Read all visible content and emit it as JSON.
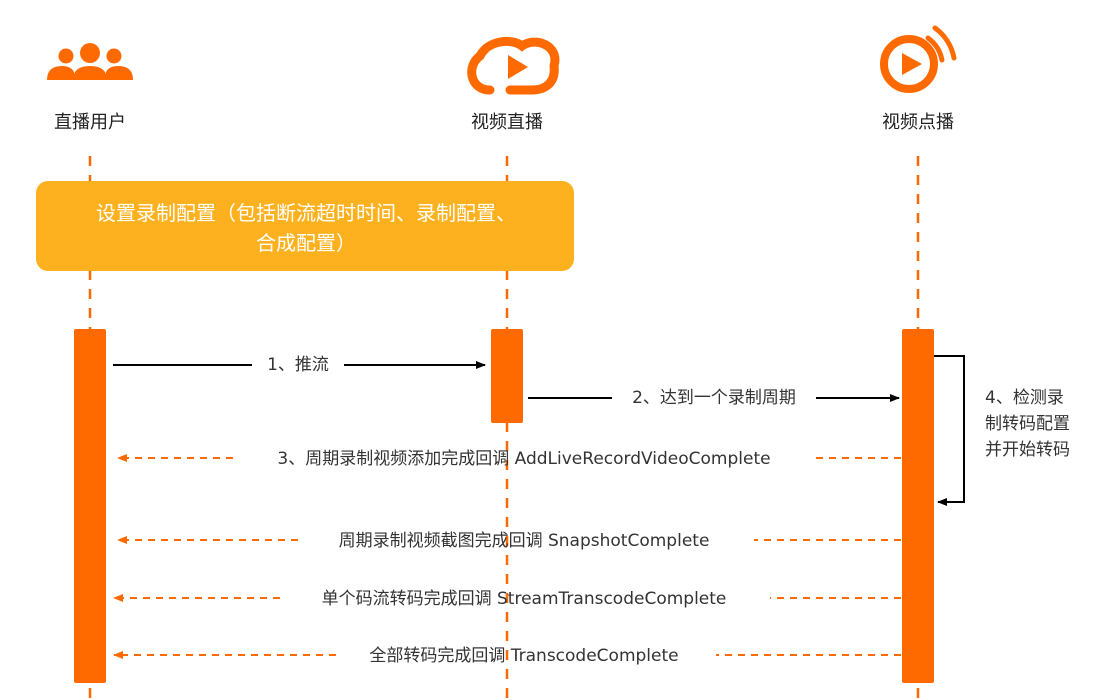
{
  "actors": {
    "user": {
      "label": "直播用户",
      "icon": "users-icon"
    },
    "live": {
      "label": "视频直播",
      "icon": "live-cloud-icon"
    },
    "vod": {
      "label": "视频点播",
      "icon": "vod-broadcast-icon"
    }
  },
  "note": {
    "line1": "设置录制配置（包括断流超时时间、录制配置、",
    "line2": "合成配置）",
    "color": "#fdb11e"
  },
  "messages": {
    "m1": "1、推流",
    "m2": "2、达到一个录制周期",
    "m3": "3、周期录制视频添加完成回调 AddLiveRecordVideoComplete",
    "m4": [
      "4、检测录",
      "制转码配置",
      "并开始转码"
    ],
    "m5": "周期录制视频截图完成回调 SnapshotComplete",
    "m6": "单个码流转码完成回调 StreamTranscodeComplete",
    "m7": "全部转码完成回调 TranscodeComplete"
  },
  "colors": {
    "accent": "#ff6a00",
    "note": "#fdb11e"
  }
}
